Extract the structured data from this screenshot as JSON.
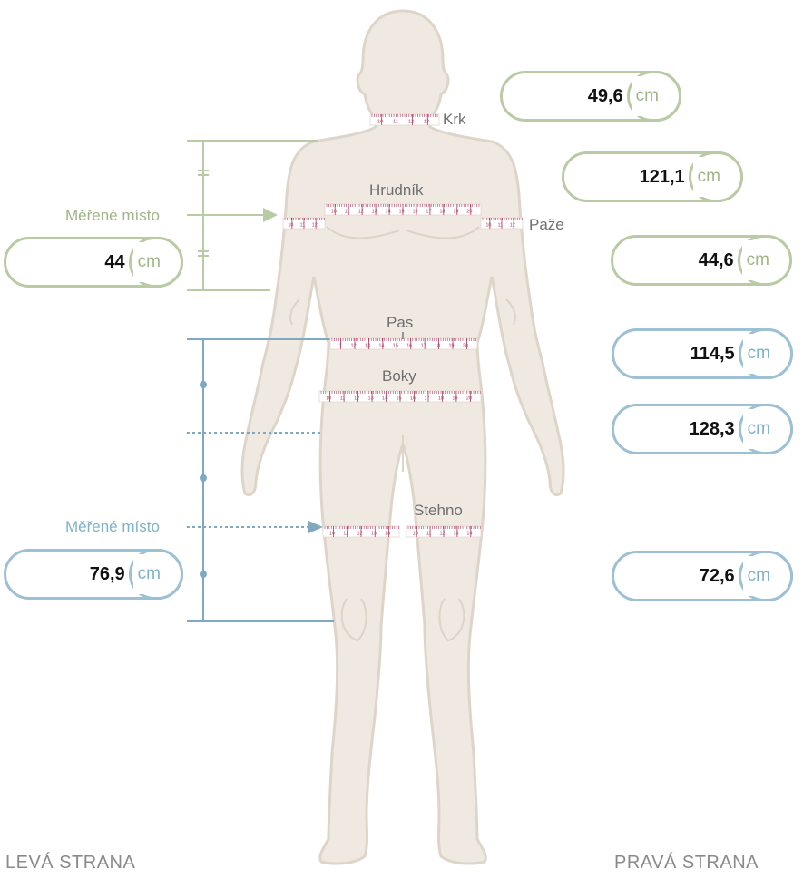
{
  "labels": {
    "krk": "Krk",
    "hrudnik": "Hrudník",
    "paze": "Paže",
    "pas": "Pas",
    "boky": "Boky",
    "stehno": "Stehno"
  },
  "measured_place_label_upper": "Měřené místo",
  "measured_place_label_lower": "Měřené místo",
  "left_side_label": "LEVÁ STRANA",
  "right_side_label": "PRAVÁ STRANA",
  "measurements": {
    "neck": {
      "value": "49,6",
      "unit": "cm"
    },
    "chest": {
      "value": "121,1",
      "unit": "cm"
    },
    "arm_left": {
      "value": "44",
      "unit": "cm"
    },
    "arm_right": {
      "value": "44,6",
      "unit": "cm"
    },
    "waist": {
      "value": "114,5",
      "unit": "cm"
    },
    "hips": {
      "value": "128,3",
      "unit": "cm"
    },
    "thigh_left": {
      "value": "76,9",
      "unit": "cm"
    },
    "thigh_right": {
      "value": "72,6",
      "unit": "cm"
    }
  },
  "colors": {
    "body": "#efe9e1",
    "body_outline": "#ddd4c8",
    "green": "#b9cba4",
    "blue": "#9dc0d4",
    "tape": "#b03a5a"
  },
  "tapes": {
    "neck": [
      "10",
      "11",
      "12",
      "13"
    ],
    "chest": [
      "10",
      "11",
      "12",
      "13",
      "14",
      "15",
      "16",
      "17",
      "18",
      "19",
      "20"
    ],
    "arm_left": [
      "10",
      "11",
      "12"
    ],
    "arm_right": [
      "10",
      "11",
      "12"
    ],
    "waist": [
      "11",
      "12",
      "13",
      "14",
      "15",
      "16",
      "17",
      "18",
      "19",
      "20"
    ],
    "hips": [
      "10",
      "11",
      "12",
      "13",
      "14",
      "15",
      "16",
      "17",
      "18",
      "19",
      "20"
    ],
    "thigh_left": [
      "10",
      "11",
      "12",
      "13",
      "14"
    ],
    "thigh_right": [
      "10",
      "11",
      "12",
      "13",
      "14"
    ]
  }
}
